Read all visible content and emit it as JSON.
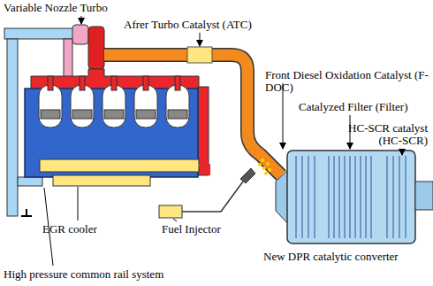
{
  "diagram": {
    "labels": [
      "Variable Nozzle Turbo",
      "Afrer Turbo Catalyst (ATC)",
      "Front Diesel Oxidation Catalyst (F-DOC)",
      "Catalyzed Filter (Filter)",
      "HC-SCR catalyst (HC-SCR)",
      "EGR cooler",
      "Fuel Injector",
      "New DPR catalytic converter",
      "High pressure common rail system"
    ]
  }
}
